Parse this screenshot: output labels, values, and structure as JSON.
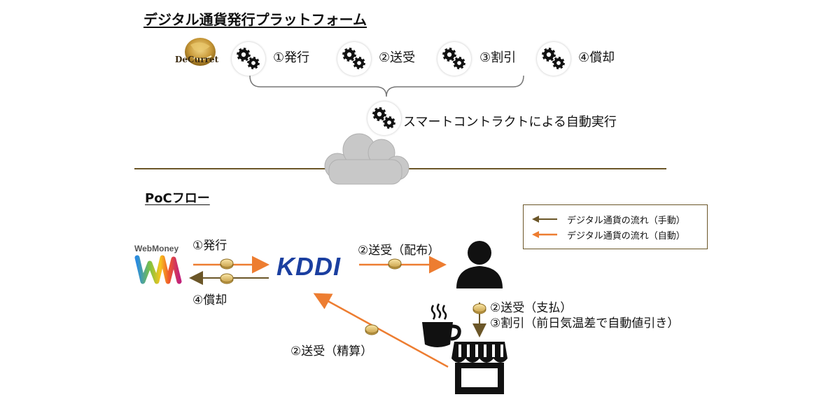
{
  "platform": {
    "title": "デジタル通貨発行プラットフォーム",
    "logo_text": "DeCurret",
    "steps": [
      {
        "label": "①発行"
      },
      {
        "label": "②送受"
      },
      {
        "label": "③割引"
      },
      {
        "label": "④償却"
      }
    ],
    "smart_contract_label": "スマートコントラクトによる自動実行",
    "cloud_icon": "cloud-icon",
    "gear_icon": "gears-icon"
  },
  "poc": {
    "title": "PoCフロー",
    "legend": [
      {
        "label": "デジタル通貨の流れ（手動）",
        "color": "#6b5628"
      },
      {
        "label": "デジタル通貨の流れ（自動）",
        "color": "#ed7d31"
      }
    ],
    "webmoney_label": "WebMoney",
    "webmoney_logo": "WM",
    "kddi_label": "KDDI",
    "flows": {
      "issue": "①発行",
      "redeem": "④償却",
      "distribute": "②送受（配布）",
      "pay": "②送受（支払）",
      "discount": "③割引（前日気温差で自動値引き）",
      "settle": "②送受（精算）"
    },
    "icons": {
      "user": "user-icon",
      "store": "store-icon",
      "coffee": "coffee-icon",
      "coin": "coin-icon"
    }
  },
  "colors": {
    "manual": "#6b5628",
    "auto": "#ed7d31",
    "divider": "#6b5628",
    "kddi": "#1b3fa0"
  }
}
